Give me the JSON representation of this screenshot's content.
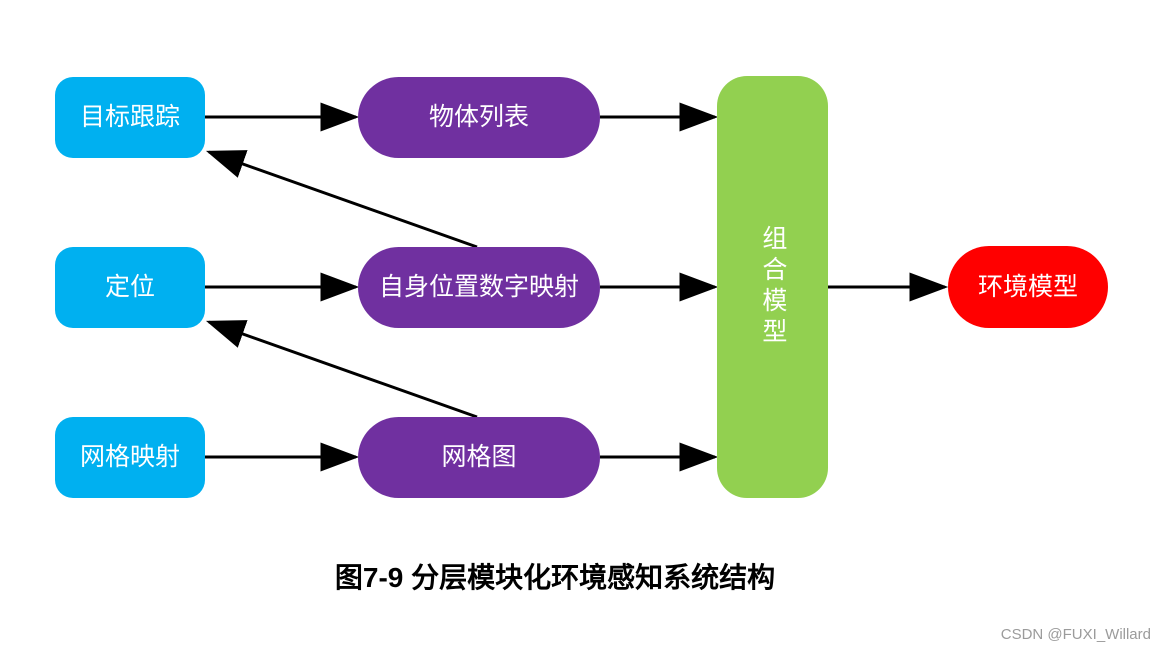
{
  "diagram": {
    "caption": "图7-9 分层模块化环境感知系统结构",
    "watermark": "CSDN @FUXI_Willard",
    "colors": {
      "input_node": "#00B0F0",
      "middle_node": "#7030A0",
      "combiner_node": "#92D050",
      "output_node": "#FF0000",
      "arrow": "#000000",
      "node_text": "#FFFFFF",
      "caption_text": "#000000",
      "watermark_text": "#9B9B9B"
    },
    "nodes": {
      "target_tracking": "目标跟踪",
      "localization": "定位",
      "grid_mapping": "网格映射",
      "object_list": "物体列表",
      "self_position_digital_map": "自身位置数字映射",
      "grid_map": "网格图",
      "combined_model": "组合模型",
      "environment_model": "环境模型"
    },
    "edges": [
      {
        "from": "target_tracking",
        "to": "object_list"
      },
      {
        "from": "object_list",
        "to": "combined_model"
      },
      {
        "from": "localization",
        "to": "self_position_digital_map"
      },
      {
        "from": "self_position_digital_map",
        "to": "combined_model"
      },
      {
        "from": "self_position_digital_map",
        "to": "target_tracking"
      },
      {
        "from": "grid_mapping",
        "to": "grid_map"
      },
      {
        "from": "grid_map",
        "to": "combined_model"
      },
      {
        "from": "grid_map",
        "to": "localization"
      },
      {
        "from": "combined_model",
        "to": "environment_model"
      }
    ]
  }
}
